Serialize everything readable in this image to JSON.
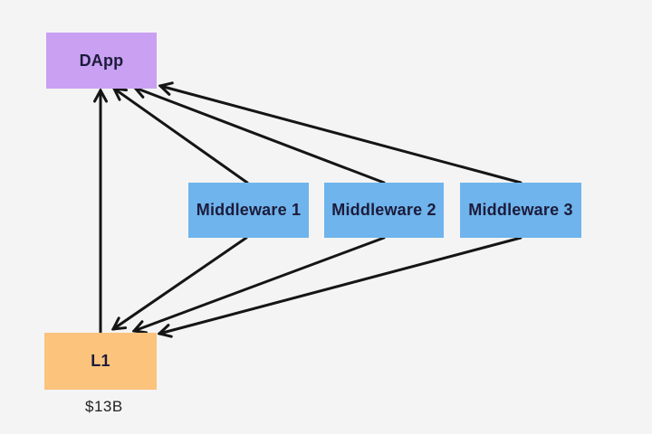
{
  "diagram": {
    "nodes": {
      "dapp": {
        "label": "DApp",
        "color": "#c9a0f2"
      },
      "middleware1": {
        "label": "Middleware 1",
        "color": "#6fb4ec"
      },
      "middleware2": {
        "label": "Middleware 2",
        "color": "#6fb4ec"
      },
      "middleware3": {
        "label": "Middleware 3",
        "color": "#6fb4ec"
      },
      "l1": {
        "label": "L1",
        "color": "#fbc37c",
        "caption": "$13B"
      }
    },
    "edges": [
      {
        "from": "l1",
        "to": "dapp"
      },
      {
        "from": "middleware1",
        "to": "dapp"
      },
      {
        "from": "middleware2",
        "to": "dapp"
      },
      {
        "from": "middleware3",
        "to": "dapp"
      },
      {
        "from": "middleware1",
        "to": "l1"
      },
      {
        "from": "middleware2",
        "to": "l1"
      },
      {
        "from": "middleware3",
        "to": "l1"
      }
    ],
    "colors": {
      "background": "#f4f4f5",
      "arrow": "#151515",
      "node_text": "#1c1b3b"
    }
  }
}
